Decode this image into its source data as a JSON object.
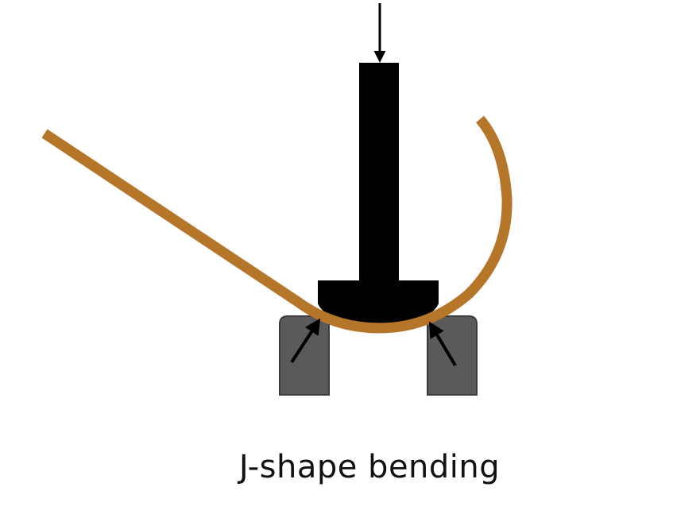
{
  "caption": "J-shape bending",
  "colors": {
    "background": "#ffffff",
    "plate": "#b6762a",
    "plate_edge": "#9c6020",
    "punch": "#000000",
    "die": "#5a5a5a",
    "die_edge": "#3c3c3c",
    "arrow": "#000000"
  },
  "parts": {
    "punch": "punch",
    "plate": "sheet-metal-plate",
    "dies": [
      "left-die",
      "right-die"
    ],
    "force_arrows": [
      "downward-force-arrow",
      "left-reaction-arrow",
      "right-reaction-arrow"
    ]
  }
}
